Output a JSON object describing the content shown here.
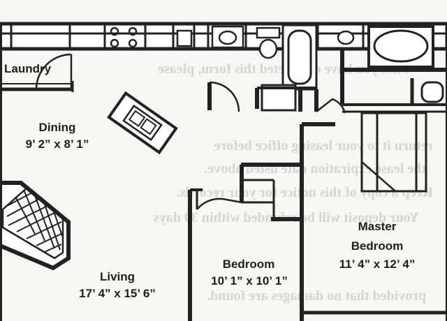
{
  "colors": {
    "paper": "#f6f6f4",
    "ink": "#222222",
    "bleed": "#c9c9c7",
    "fill": "#ffffff"
  },
  "rooms": {
    "laundry": {
      "name": "Laundry"
    },
    "dining": {
      "name": "Dining",
      "size": "9’ 2” x 8’ 1”"
    },
    "living": {
      "name": "Living",
      "size": "17’ 4” x 15’ 6”"
    },
    "bedroom": {
      "name": "Bedroom",
      "size": "10’ 1” x 10’ 1”"
    },
    "master": {
      "name": "Master",
      "name2": "Bedroom",
      "size": "11’ 4” x 12’ 4”"
    }
  },
  "fixtures": [
    "range",
    "sink",
    "toilet",
    "bathtub",
    "vanity-sink",
    "garden-tub",
    "kitchen-island",
    "fireplace"
  ],
  "bleed_text": [
    "Once you have completed this form, please",
    "return it to your leasing office before",
    "the lease expiration date listed above.",
    "Keep a copy of this notice for your records.",
    "Your deposit will be refunded within 30 days",
    "provided that no damages are found."
  ]
}
